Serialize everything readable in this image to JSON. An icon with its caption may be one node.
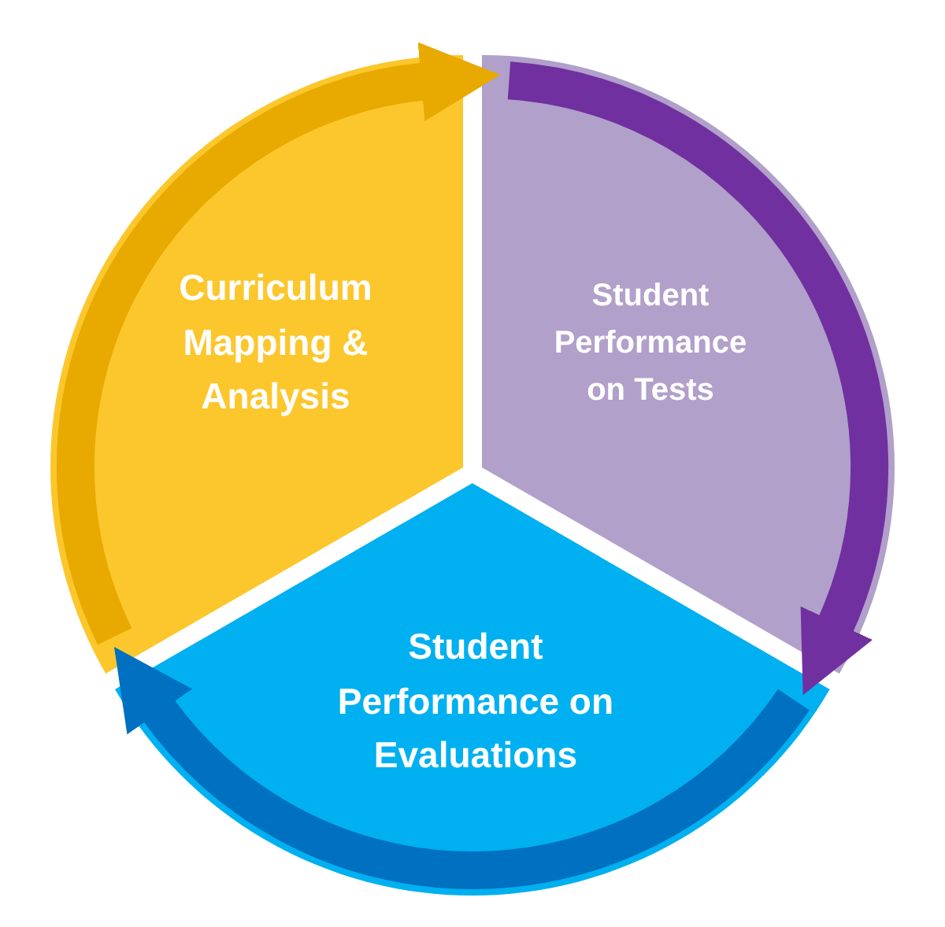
{
  "diagram": {
    "nodes": [
      {
        "text": [
          "Curriculum Mapping & Analysis"
        ]
      },
      {
        "text": [
          "Student Performance on Tests"
        ]
      },
      {
        "text": [
          "Student Performance on Evaluations"
        ]
      }
    ],
    "edges": [
      {
        "from": 0,
        "to": 1,
        "arrow": "to",
        "color": "#e8a900"
      },
      {
        "from": 1,
        "to": 2,
        "arrow": "to",
        "color": "#7030a0"
      },
      {
        "from": 2,
        "to": 0,
        "arrow": "to",
        "color": "#0070c0"
      }
    ]
  }
}
